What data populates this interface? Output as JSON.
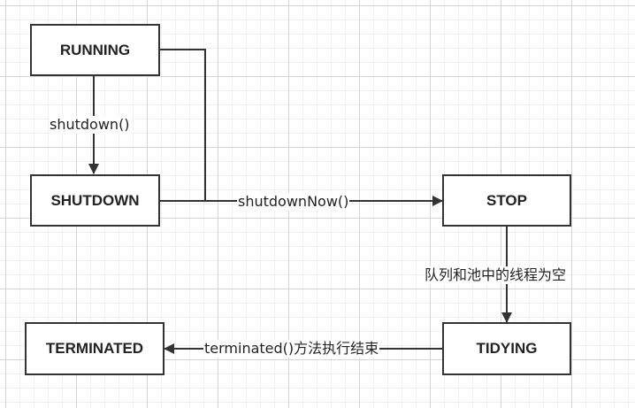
{
  "states": {
    "running": "RUNNING",
    "shutdown": "SHUTDOWN",
    "stop": "STOP",
    "tidying": "TIDYING",
    "terminated": "TERMINATED"
  },
  "transitions": {
    "running_to_shutdown": "shutdown()",
    "to_stop": "shutdownNow()",
    "stop_to_tidying": "队列和池中的线程为空",
    "tidying_to_terminated": "terminated()方法执行结束"
  },
  "colors": {
    "line": "#333333",
    "text": "#222222"
  }
}
